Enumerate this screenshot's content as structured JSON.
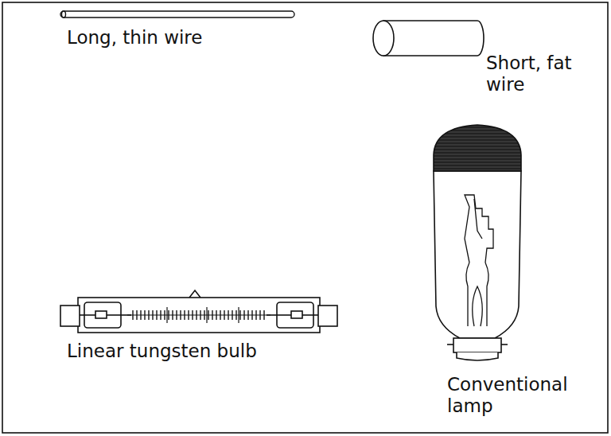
{
  "diagram": {
    "labels": [
      "Long, thin wire",
      "Short, fat wire",
      "Linear tungsten bulb",
      "Conventional lamp"
    ]
  }
}
